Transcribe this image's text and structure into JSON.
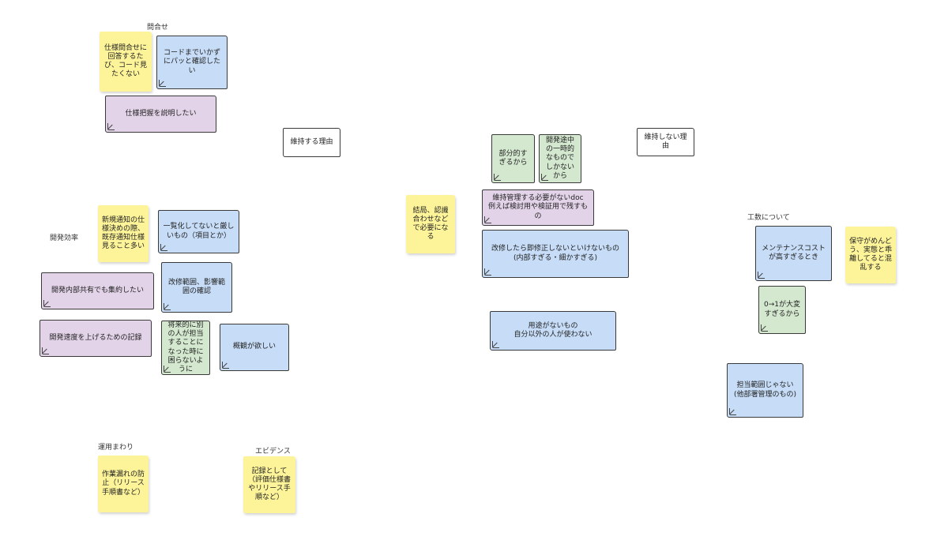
{
  "labels": {
    "toiawase": "問合せ",
    "kaihatsu": "開発効率",
    "unyou": "運用まわり",
    "evidence": "エビデンス",
    "kousu": "工数について"
  },
  "headers": {
    "reasons_keep": "維持する理由",
    "reasons_not_keep": "維持しない理由"
  },
  "notes": {
    "n1": "仕様問合せに回答するたび、コード見たくない",
    "n2": "コードまでいかずにパッと確認したい",
    "n3": "仕様把握を説明したい",
    "n4": "新規通知の仕様決めの際、既存通知仕様見ること多い",
    "n5": "一覧化してないと厳しいもの（項目とか）",
    "n6": "改修範囲、影響範囲の確認",
    "n7": "開発内部共有でも集約したい",
    "n8": "開発速度を上げるための記録",
    "n9": "将来的に別の人が担当することになった時に困らないように",
    "n10": "概観が欲しい",
    "n11": "作業漏れの防止（リリース手順書など）",
    "n12": "記録として（評価仕様書やリリース手順など）",
    "n13": "部分的すぎるから",
    "n14": "開発途中の一時的なものでしかないから",
    "n15": "結局、認識合わせなどで必要になる",
    "n16": "維持管理する必要がないdoc\n例えば検討用や検証用で残すもの",
    "n17": "改修したら即修正しないといけないもの\n(内部すぎる・細かすぎる)",
    "n18": "用途がないもの\n自分以外の人が使わない",
    "n19": "メンテナンスコストが高すぎるとき",
    "n20": "保守がめんどう、実態と乖離してると混乱する",
    "n21": "0→1が大変すぎるから",
    "n22": "担当範囲じゃない\n(他部署管理のもの)"
  },
  "colors": {
    "yellow": "#fdf49a",
    "blue": "#c6dcf7",
    "purple": "#e2d3e8",
    "green": "#d3e8cf"
  }
}
